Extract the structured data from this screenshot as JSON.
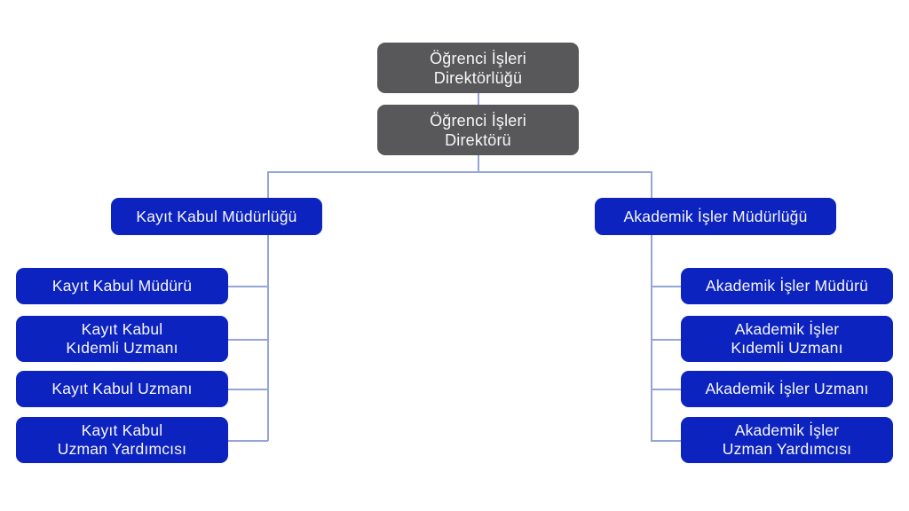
{
  "palette": {
    "background": "#ffffff",
    "node_gray": "#58585a",
    "node_blue": "#0c23c0",
    "connector_line": "#96a5d8",
    "node_text": "#f7f7f9"
  },
  "org": {
    "root": {
      "label": "Öğrenci İşleri\nDirektörlüğü"
    },
    "director": {
      "label": "Öğrenci İşleri\nDirektörü"
    },
    "branches": [
      {
        "label": "Kayıt Kabul Müdürlüğü",
        "children": [
          {
            "label": "Kayıt Kabul Müdürü"
          },
          {
            "label": "Kayıt Kabul\nKıdemli Uzmanı"
          },
          {
            "label": "Kayıt Kabul Uzmanı"
          },
          {
            "label": "Kayıt Kabul\nUzman Yardımcısı"
          }
        ]
      },
      {
        "label": "Akademik İşler Müdürlüğü",
        "children": [
          {
            "label": "Akademik İşler Müdürü"
          },
          {
            "label": "Akademik İşler\nKıdemli Uzmanı"
          },
          {
            "label": "Akademik İşler Uzmanı"
          },
          {
            "label": "Akademik İşler\nUzman Yardımcısı"
          }
        ]
      }
    ]
  }
}
